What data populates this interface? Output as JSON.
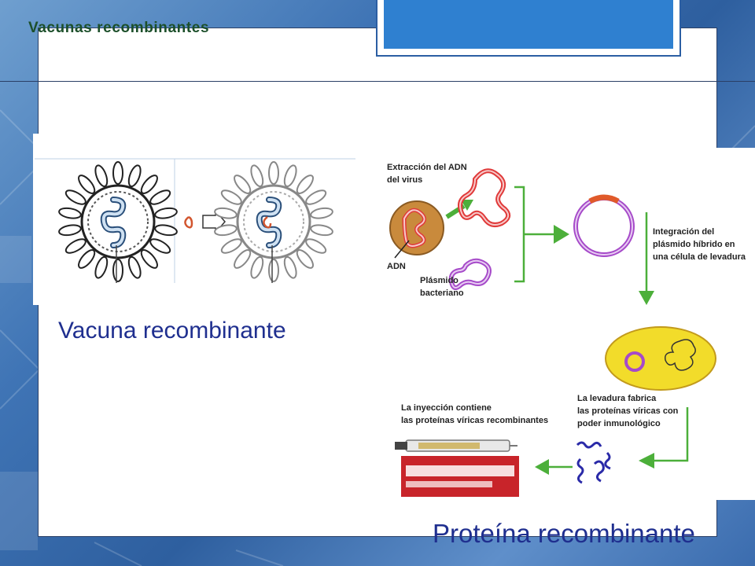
{
  "slide": {
    "title": "Vacunas recombinantes",
    "caption_left": "Vacuna recombinante",
    "caption_right": "Proteína recombinante"
  },
  "diagram": {
    "labels": {
      "extraction_line1": "Extracción del ADN",
      "extraction_line2": "del virus",
      "adn": "ADN",
      "plasmid_line1": "Plásmido",
      "plasmid_line2": "bacteriano",
      "integration_line1": "Integración del",
      "integration_line2": "plásmido híbrido en",
      "integration_line3": "una célula de levadura",
      "yeast_line1": "La levadura fabrica",
      "yeast_line2": "las proteínas víricas con",
      "yeast_line3": "poder inmunológico",
      "injection_line1": "La inyección contiene",
      "injection_line2": "las proteínas víricas recombinantes"
    }
  },
  "colors": {
    "title_text": "#1c4f2a",
    "caption_text": "#1f2f8f",
    "header_box": "#2f80d0",
    "arrow_green": "#4caf3a",
    "plasmid_purple": "#a64ac9",
    "yeast_yellow": "#f2dc2a",
    "virus_red": "#e03a3a"
  }
}
